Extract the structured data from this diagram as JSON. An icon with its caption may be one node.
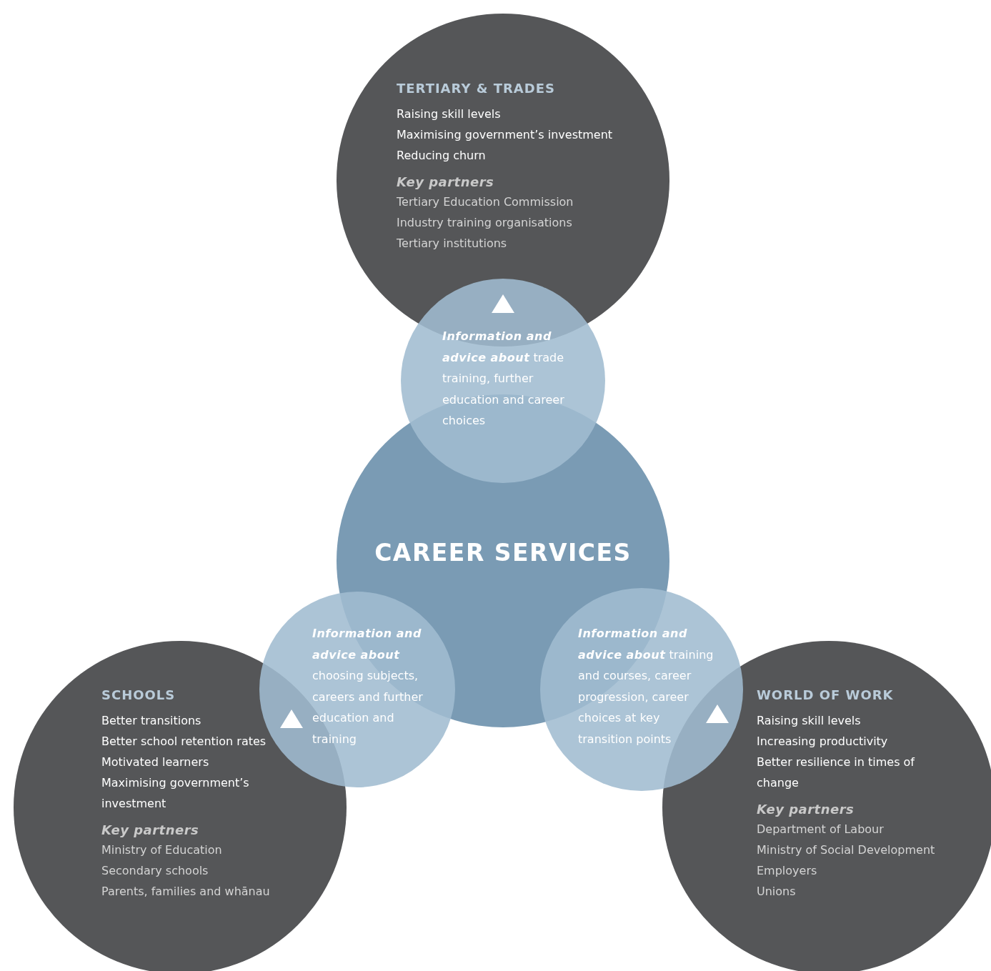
{
  "diagram": {
    "nodes": [
      {
        "text": [
          "TERTIARY & TRADES",
          "Raising skill levels",
          "Maximising government’s investment",
          "Reducing churn",
          "Key partners",
          "Tertiary Education Commission",
          "Industry training organisations",
          "Tertiary institutions"
        ]
      },
      {
        "text": [
          "**Information and advice about** trade training, further education and career choices"
        ]
      },
      {
        "text": [
          "CAREER SERVICES"
        ]
      },
      {
        "text": [
          "SCHOOLS",
          "Better transitions",
          "Better school retention rates",
          "Motivated learners",
          "Maximising government’s investment",
          "Key partners",
          "Ministry of Education",
          "Secondary schools",
          "Parents, families and whānau"
        ]
      },
      {
        "text": [
          "**Information and advice about** choosing subjects, careers and further education and training"
        ]
      },
      {
        "text": [
          "**Information and advice about** training and courses, career progression, career choices at key transition points"
        ]
      },
      {
        "text": [
          "WORLD OF WORK",
          "Raising skill levels",
          "Increasing productivity",
          "Better resilience in times of change",
          "Key partners",
          "Department of Labour",
          "Ministry of Social Development",
          "Employers",
          "Unions"
        ]
      }
    ]
  }
}
